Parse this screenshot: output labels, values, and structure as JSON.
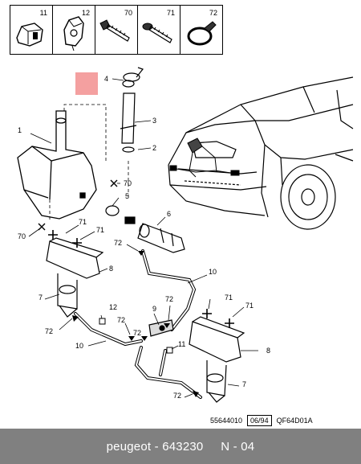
{
  "parts_strip": [
    "11",
    "12",
    "70",
    "71",
    "72"
  ],
  "callouts": {
    "reservoir": "1",
    "seal": "2",
    "filler_neck": "3",
    "cap": "4",
    "grommet": "5",
    "pump": "6",
    "jet_left": "7",
    "jet_right": "7",
    "nozzle_left": "8",
    "nozzle_right": "8",
    "tee": "9",
    "hose_top": "10",
    "hose_mid": "10",
    "clip_11": "11",
    "clip_12": "12",
    "screw_70_a": "70",
    "screw_70_b": "70",
    "screw_71_a": "71",
    "screw_71_b": "71",
    "screw_71_c": "71",
    "screw_71_d": "71",
    "clamp_72_a": "72",
    "clamp_72_b": "72",
    "clamp_72_c": "72",
    "clamp_72_d": "72",
    "clamp_72_e": "72",
    "clamp_72_f": "72"
  },
  "reference": {
    "part_number": "55644010",
    "date": "06/94",
    "code": "QF64D01A"
  },
  "footer": "peugeot - 643230     N - 04",
  "colors": {
    "marker": "#f4a0a0",
    "footer_bg": "#808080"
  }
}
